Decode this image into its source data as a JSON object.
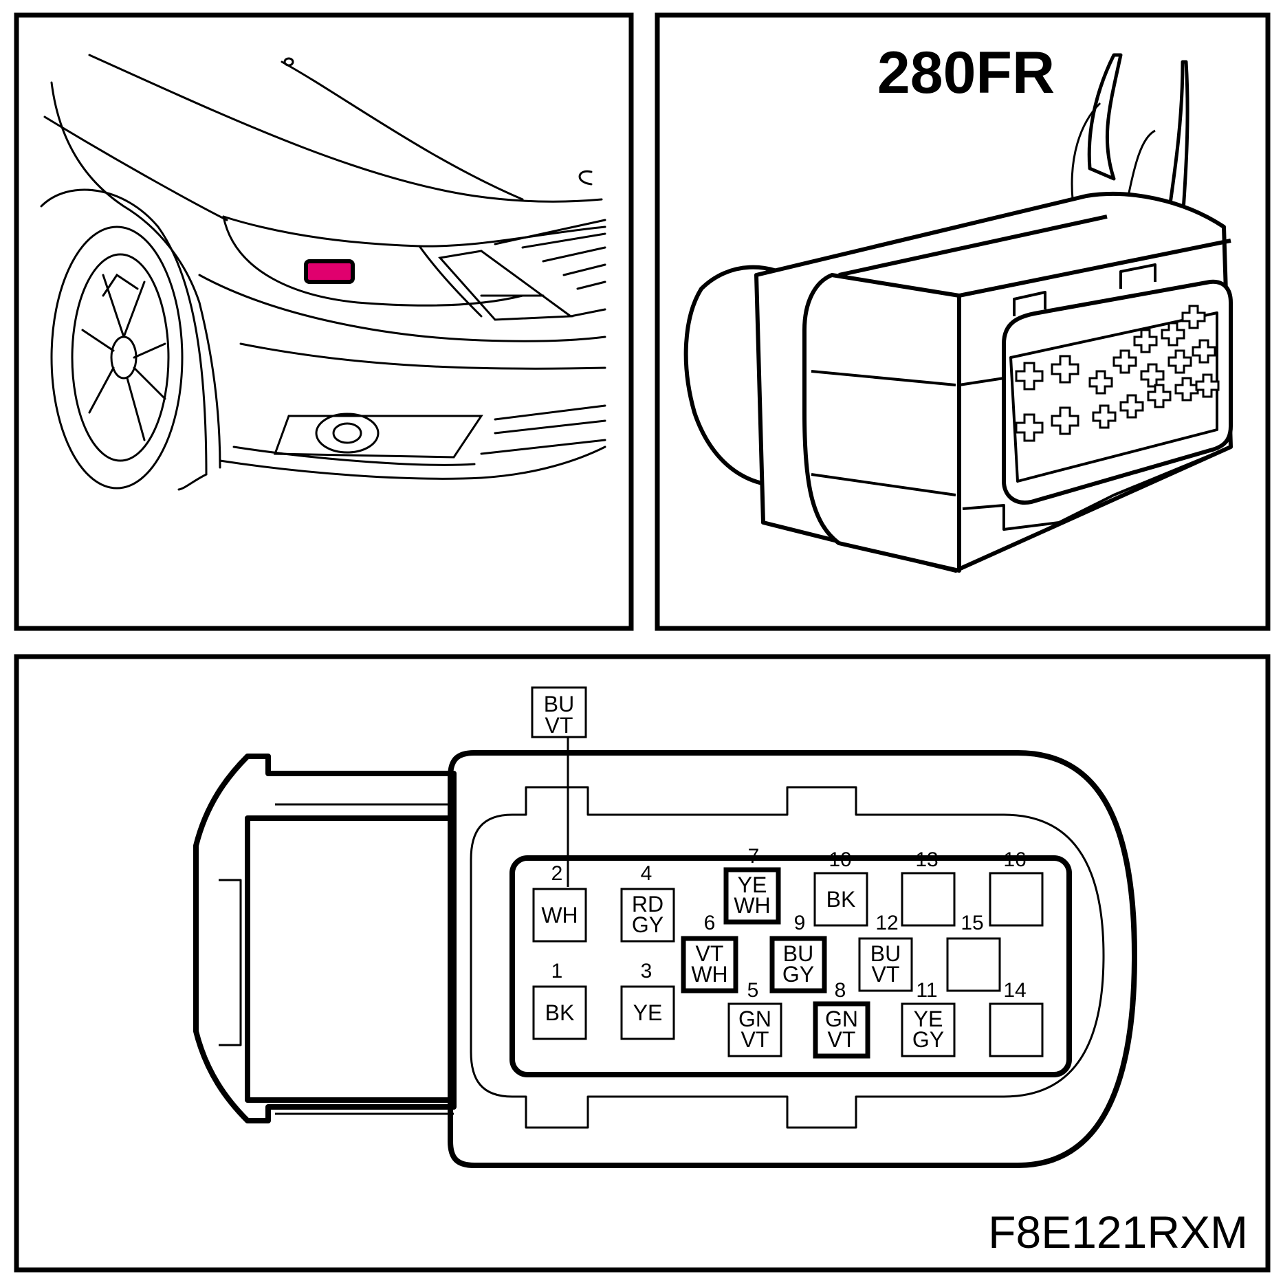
{
  "connector_id": "280FR",
  "figure_code": "F8E121RXM",
  "location_marker_color": "#e0006e",
  "pins": [
    {
      "num": "1",
      "wire": [
        "BK"
      ],
      "highlight": false
    },
    {
      "num": "2",
      "wire": [
        "WH"
      ],
      "highlight": false
    },
    {
      "num": "3",
      "wire": [
        "YE"
      ],
      "highlight": false
    },
    {
      "num": "4",
      "wire": [
        "RD",
        "GY"
      ],
      "highlight": false
    },
    {
      "num": "5",
      "wire": [
        "GN",
        "VT"
      ],
      "highlight": false
    },
    {
      "num": "6",
      "wire": [
        "VT",
        "WH"
      ],
      "highlight": true
    },
    {
      "num": "7",
      "wire": [
        "YE",
        "WH"
      ],
      "highlight": true
    },
    {
      "num": "8",
      "wire": [
        "GN",
        "VT"
      ],
      "highlight": true
    },
    {
      "num": "9",
      "wire": [
        "BU",
        "GY"
      ],
      "highlight": true
    },
    {
      "num": "10",
      "wire": [
        "BK"
      ],
      "highlight": false
    },
    {
      "num": "11",
      "wire": [
        "YE",
        "GY"
      ],
      "highlight": false
    },
    {
      "num": "12",
      "wire": [
        "BU",
        "VT"
      ],
      "highlight": false
    },
    {
      "num": "13",
      "wire": [],
      "highlight": false
    },
    {
      "num": "14",
      "wire": [],
      "highlight": false
    },
    {
      "num": "15",
      "wire": [],
      "highlight": false
    },
    {
      "num": "16",
      "wire": [],
      "highlight": false
    }
  ],
  "callout": {
    "pin": "2",
    "wire": [
      "BU",
      "VT"
    ]
  }
}
